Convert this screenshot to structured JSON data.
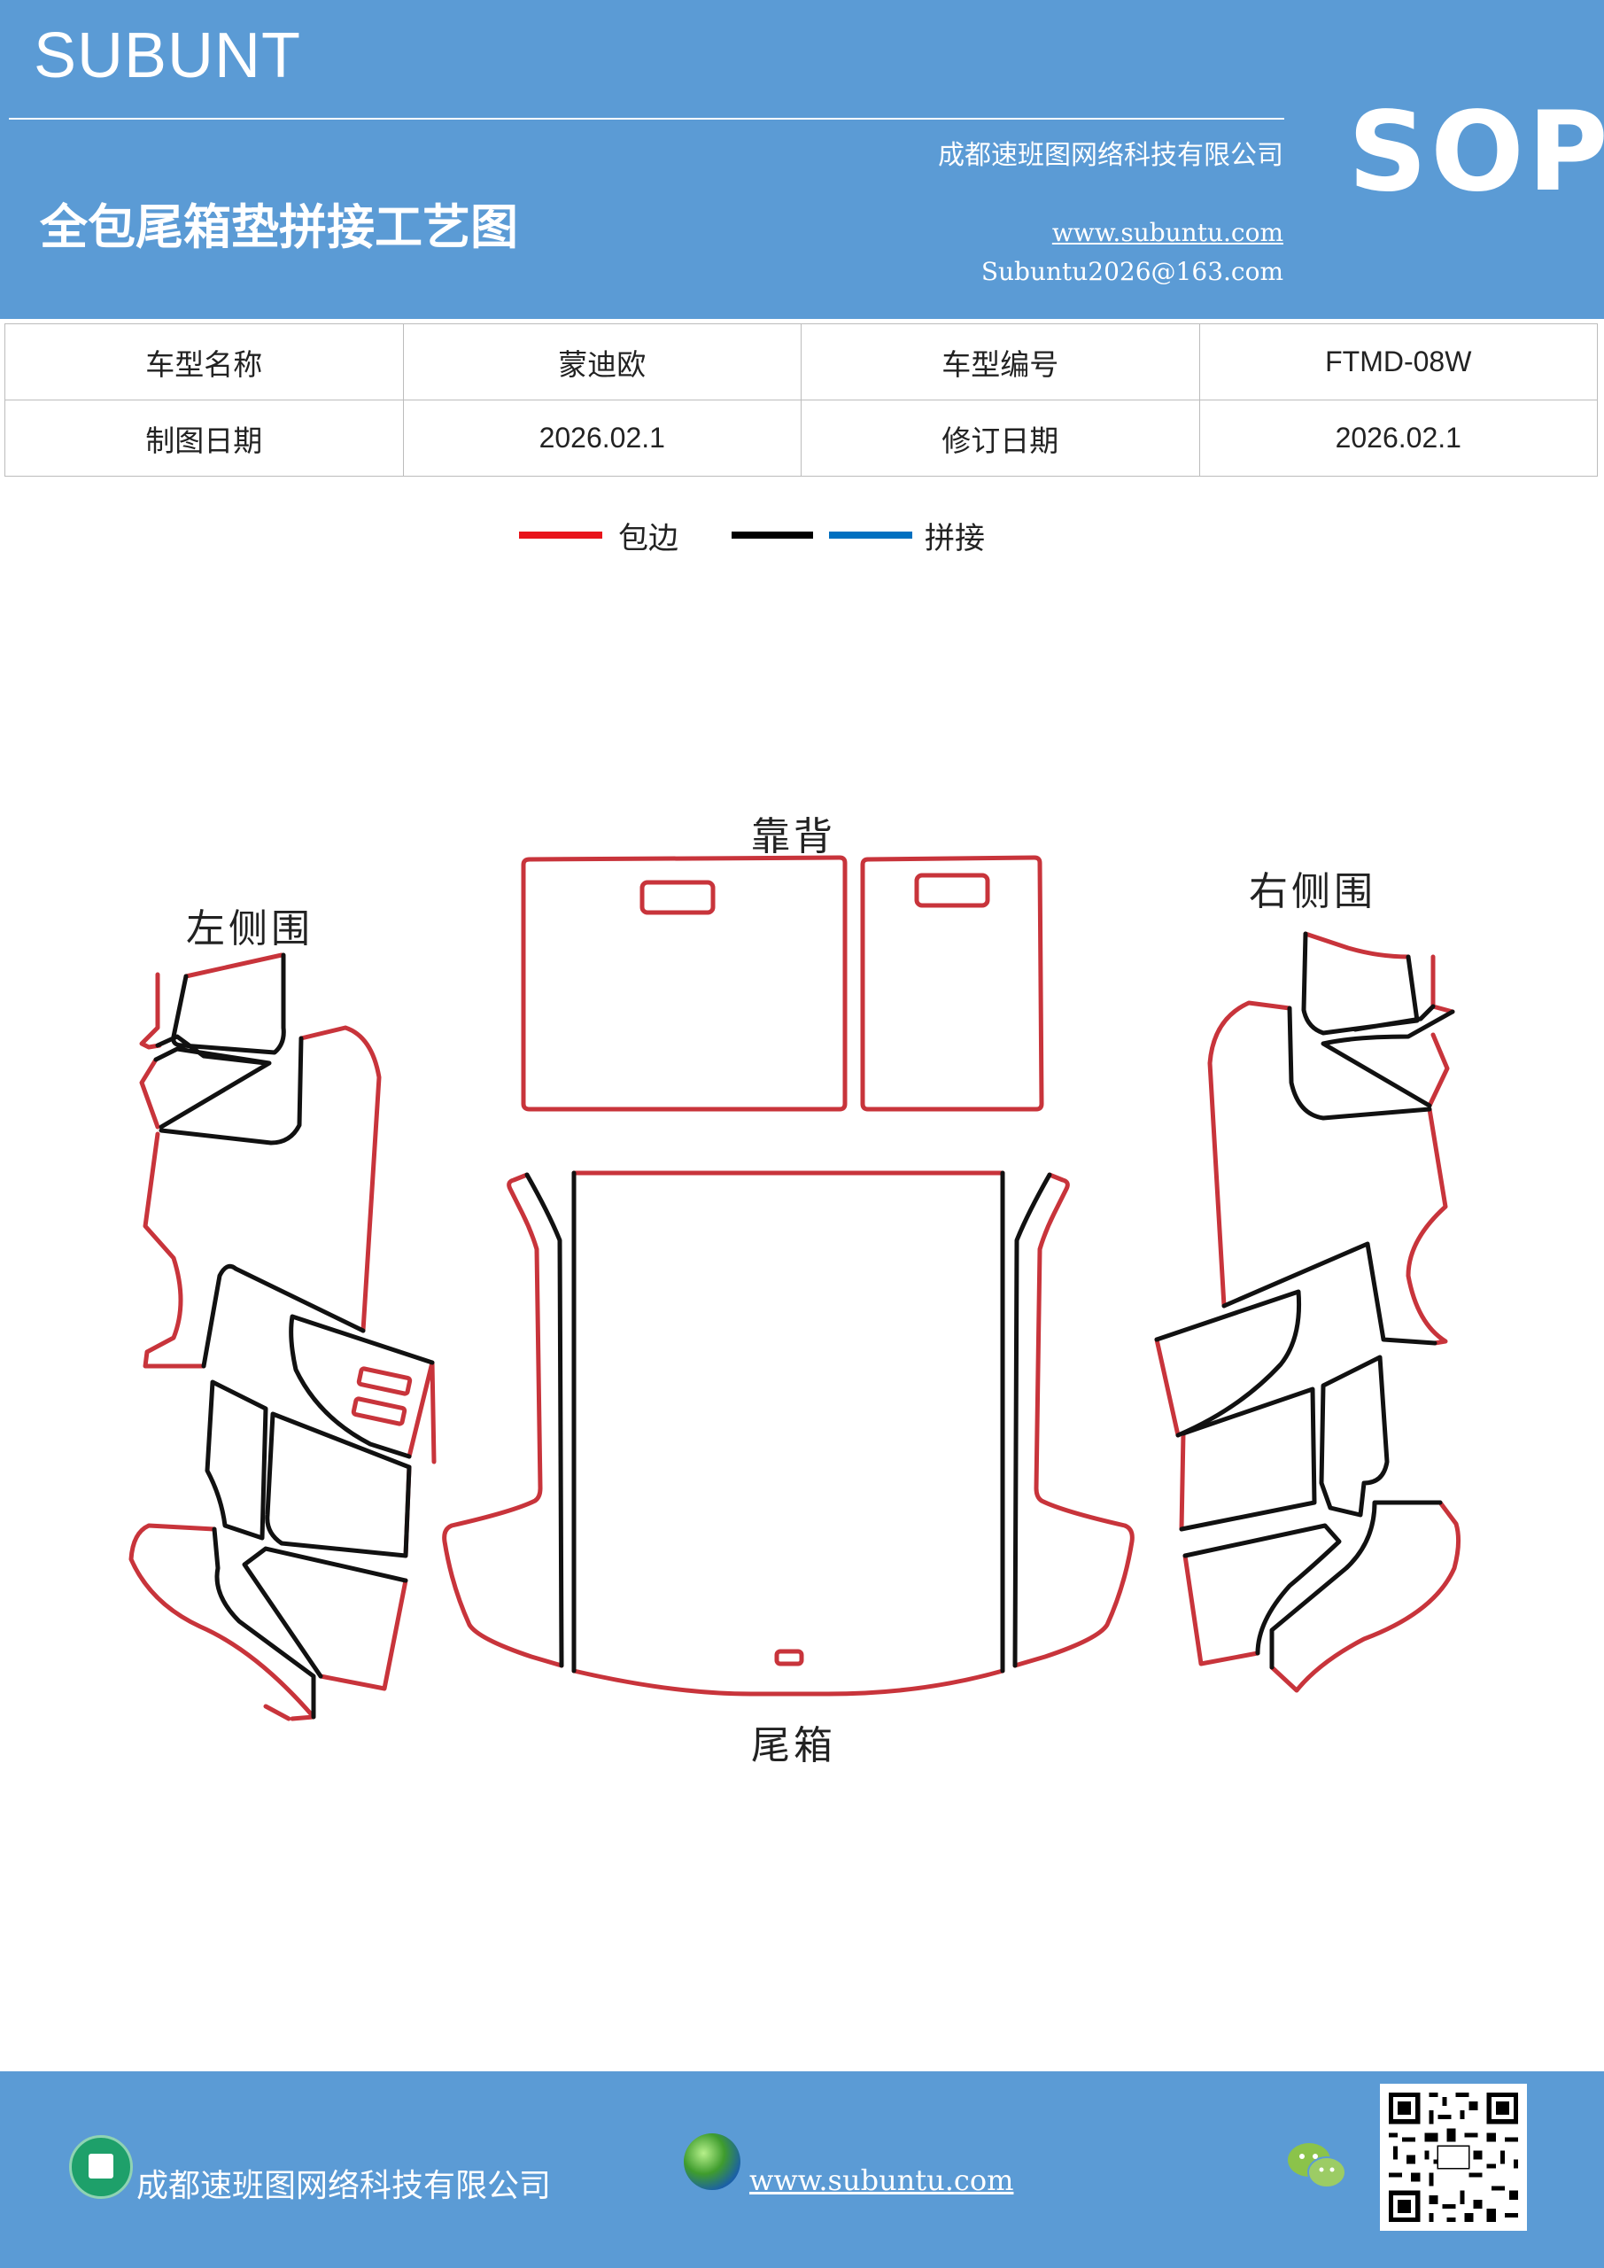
{
  "header": {
    "brand": "SUBUNT",
    "company": "成都速班图网络科技有限公司",
    "title": "全包尾箱垫拼接工艺图",
    "website": "www.subuntu.com",
    "email": "Subuntu2026@163.com",
    "badge": "SOP"
  },
  "info_table": {
    "row1": {
      "label1": "车型名称",
      "value1": "蒙迪欧",
      "label2": "车型编号",
      "value2": "FTMD-08W"
    },
    "row2": {
      "label1": "制图日期",
      "value1": "2026.02.1",
      "label2": "修订日期",
      "value2": "2026.02.1"
    }
  },
  "legend": {
    "edge_label": "包边",
    "splice_label": "拼接",
    "edge_color": "#e8141b",
    "black_color": "#000000",
    "splice_color": "#0070c0"
  },
  "diagram": {
    "label_back": "靠背",
    "label_left": "左侧围",
    "label_right": "右侧围",
    "label_trunk": "尾箱",
    "edge_color": "#c8343b",
    "splice_color": "#111111"
  },
  "footer": {
    "company": "成都速班图网络科技有限公司",
    "website": "www.subuntu.com"
  },
  "icons": {
    "company": "building-icon",
    "web": "globe-icon",
    "social": "wechat-icon",
    "qr": "qr-code-icon"
  }
}
